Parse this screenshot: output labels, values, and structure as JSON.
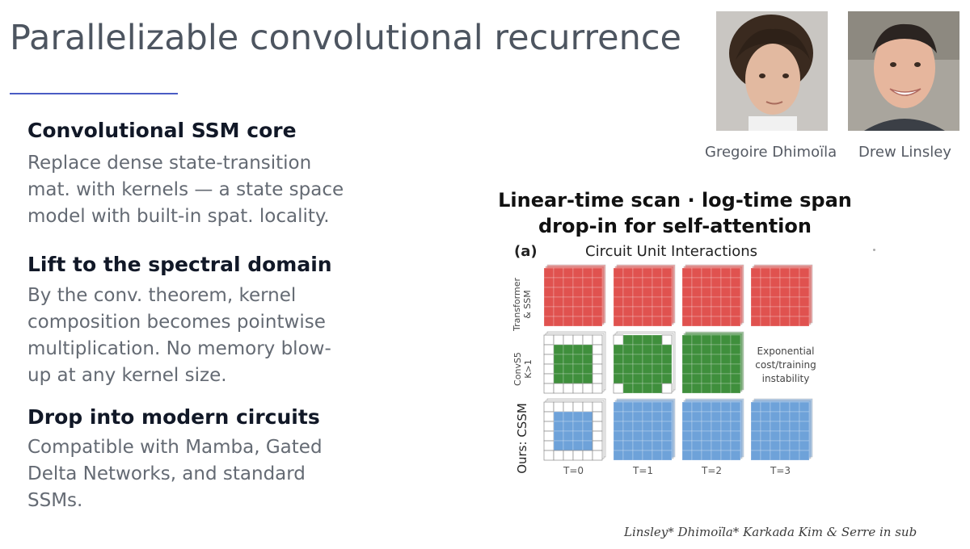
{
  "slide": {
    "title": "Parallelizable convolutional recurrence",
    "sections": [
      {
        "heading": "Convolutional SSM core",
        "lines": [
          "Replace dense state-transition",
          "mat. with kernels — a state space",
          "model with built-in spat. locality."
        ]
      },
      {
        "heading": "Lift to the spectral domain",
        "lines": [
          "By the conv. theorem, kernel",
          "composition becomes pointwise",
          "multiplication. No memory blow-",
          "up at any kernel size."
        ]
      },
      {
        "heading": "Drop into modern circuits",
        "lines": [
          "Compatible with Mamba, Gated",
          "Delta Networks, and standard",
          "SSMs."
        ]
      }
    ],
    "authors": [
      {
        "name": "Gregoire Dhimoïla"
      },
      {
        "name": "Drew Linsley"
      }
    ],
    "citation": "Linsley* Dhimoïla* Karkada Kim & Serre in sub"
  },
  "figure": {
    "title_lines": [
      "Linear-time scan · log-time span",
      "drop-in for self-attention"
    ],
    "label": "(a)",
    "heading": "Circuit Unit Interactions",
    "rows": [
      {
        "label": "Transformer\n& SSM",
        "color": "#e0524f",
        "fills": [
          "full",
          "full",
          "full",
          "full"
        ]
      },
      {
        "label": "ConvS5\nK>1",
        "color": "#3f8f3c",
        "fills": [
          "center",
          "cross",
          "full",
          "none"
        ]
      },
      {
        "label": "Ours: CSSM",
        "color": "#6ea2d9",
        "fills": [
          "center",
          "full",
          "full",
          "full"
        ]
      }
    ],
    "note": "Exponential cost/training instability",
    "time_labels": [
      "T=0",
      "T=1",
      "T=2",
      "T=3"
    ]
  }
}
